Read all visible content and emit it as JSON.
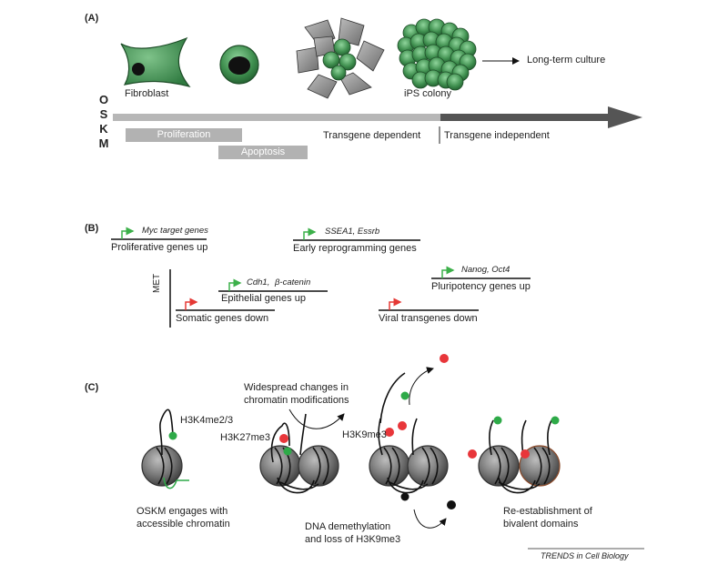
{
  "panels": {
    "a": "(A)",
    "b": "(B)",
    "c": "(C)"
  },
  "panel_a": {
    "fibroblast": "Fibroblast",
    "ips_colony": "iPS colony",
    "long_term": "Long-term culture",
    "oskm": [
      "O",
      "S",
      "K",
      "M"
    ],
    "proliferation": "Proliferation",
    "apoptosis": "Apoptosis",
    "transgene_dependent": "Transgene dependent",
    "transgene_independent": "Transgene independent",
    "colors": {
      "cell_green": "#3f8f4f",
      "timeline_light": "#b7b7b7",
      "timeline_dark": "#555555"
    }
  },
  "panel_b": {
    "myc_genes": "Myc target genes",
    "proliferative": "Proliferative genes up",
    "ssea_genes": "SSEA1, Essrb",
    "early": "Early reprogramming genes",
    "met": "MET",
    "cdh1": "Cdh1,",
    "catenin": "β-catenin",
    "epithelial": "Epithelial genes up",
    "somatic": "Somatic genes down",
    "nanog": "Nanog, Oct4",
    "pluripotency": "Pluripotency genes up",
    "viral": "Viral transgenes down",
    "colors": {
      "up_arrow": "#3cb04a",
      "down_arrow": "#e53935"
    }
  },
  "panel_c": {
    "h3k4": "H3K4me2/3",
    "widespread_1": "Widespread changes in",
    "widespread_2": "chromatin modifications",
    "h3k27": "H3K27me3",
    "h3k9": "H3K9me3",
    "oskm_1": "OSKM engages with",
    "oskm_2": "accessible chromatin",
    "dna_1": "DNA demethylation",
    "dna_2": "and loss of H3K9me3",
    "bivalent_1": "Re-establishment of",
    "bivalent_2": "bivalent domains",
    "colors": {
      "green_mark": "#2eaa48",
      "red_mark": "#e8363a",
      "black_mark": "#111111"
    }
  },
  "credit": "TRENDS in Cell Biology"
}
